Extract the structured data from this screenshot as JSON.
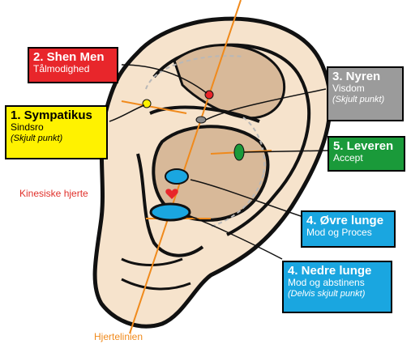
{
  "labels": {
    "shen_men": {
      "title": "2. Shen Men",
      "sub": "Tålmodighed",
      "color": "#e8262b"
    },
    "sympatikus": {
      "title": "1. Sympatikus",
      "sub": "Sindsro",
      "hidden": "(Skjult punkt)",
      "color": "#fff200"
    },
    "nyren": {
      "title": "3. Nyren",
      "sub": "Visdom",
      "hidden": "(Skjult punkt)",
      "color": "#9b9b9b"
    },
    "leveren": {
      "title": "5. Leveren",
      "sub": "Accept",
      "color": "#1a9a3a"
    },
    "ovre_lunge": {
      "title": "4. Øvre lunge",
      "sub": "Mod og Proces",
      "color": "#1aa6e0"
    },
    "nedre_lunge": {
      "title": "4. Nedre lunge",
      "sub": "Mod og abstinens",
      "hidden": "(Delvis skjult punkt)",
      "color": "#1aa6e0"
    }
  },
  "kinesiske_hjerte": "Kinesiske hjerte",
  "hjertelinien": "Hjertelinien",
  "colors": {
    "skin": "#f6e3cc",
    "inner": "#d8b999",
    "line": "#f08a1c",
    "outline": "#111111"
  }
}
